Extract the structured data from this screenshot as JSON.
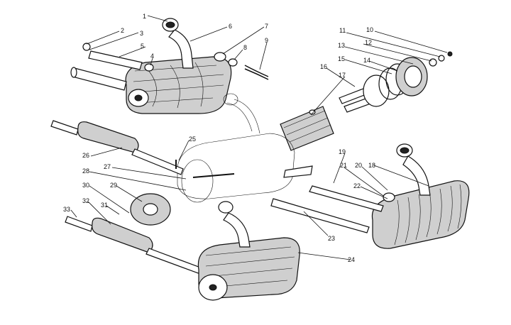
{
  "callouts": [
    {
      "n": "1"
    },
    {
      "n": "2"
    },
    {
      "n": "3"
    },
    {
      "n": "4"
    },
    {
      "n": "5"
    },
    {
      "n": "6"
    },
    {
      "n": "7"
    },
    {
      "n": "8"
    },
    {
      "n": "9"
    },
    {
      "n": "10"
    },
    {
      "n": "11"
    },
    {
      "n": "12"
    },
    {
      "n": "13"
    },
    {
      "n": "14"
    },
    {
      "n": "15"
    },
    {
      "n": "16"
    },
    {
      "n": "17"
    },
    {
      "n": "18"
    },
    {
      "n": "19"
    },
    {
      "n": "20"
    },
    {
      "n": "21"
    },
    {
      "n": "22"
    },
    {
      "n": "23"
    },
    {
      "n": "24"
    },
    {
      "n": "25"
    },
    {
      "n": "26"
    },
    {
      "n": "27"
    },
    {
      "n": "28"
    },
    {
      "n": "29"
    },
    {
      "n": "30"
    },
    {
      "n": "31"
    },
    {
      "n": "32"
    },
    {
      "n": "33"
    }
  ]
}
